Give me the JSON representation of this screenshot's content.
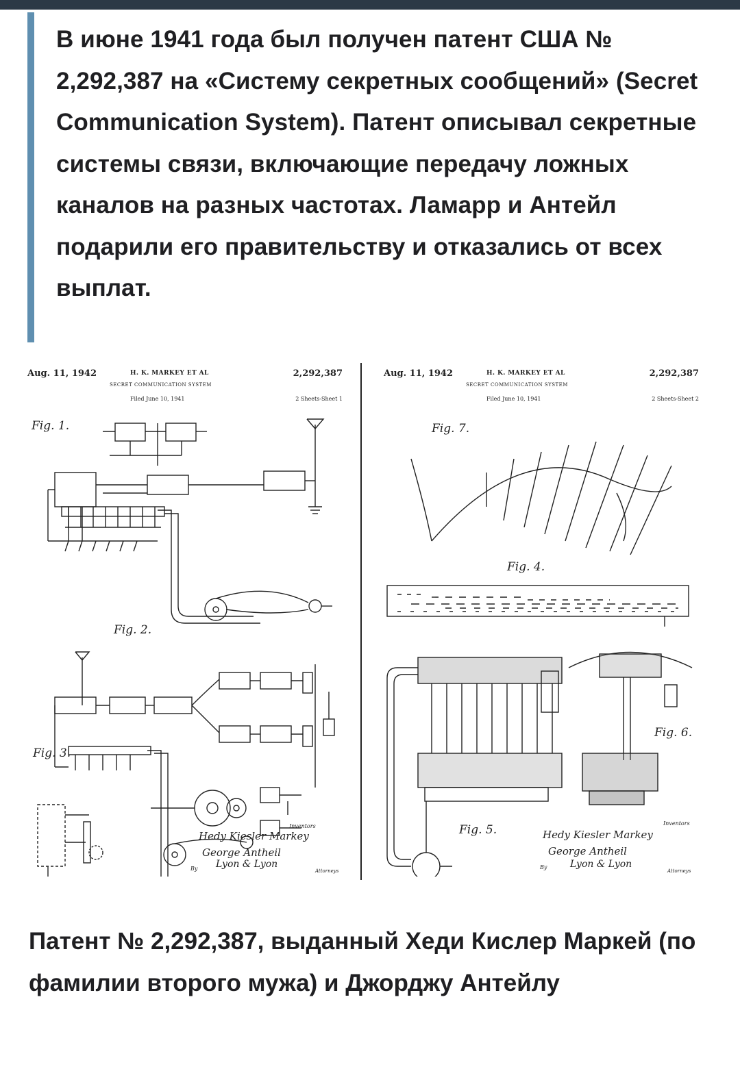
{
  "quote": {
    "text": "В июне 1941 года был получен патент США № 2,292,387 на «Систему секретных сообщений» (Secret Communication System). Патент описывал секретные системы связи, включающие передачу ложных каналов на разных частотах. Ламарр и Антейл подарили его правительству и отказались от всех выплат."
  },
  "patent": {
    "date": "Aug. 11, 1942",
    "inventors": "H. K. MARKEY ET AL",
    "number": "2,292,387",
    "system": "SECRET COMMUNICATION SYSTEM",
    "filed": "Filed June 10, 1941",
    "sheet1": "2 Sheets-Sheet 1",
    "sheet2": "2 Sheets-Sheet 2",
    "figures": {
      "fig1": "Fig. 1.",
      "fig2": "Fig. 2.",
      "fig3": "Fig. 3.",
      "fig4": "Fig. 4.",
      "fig5": "Fig. 5.",
      "fig6": "Fig. 6.",
      "fig7": "Fig. 7."
    },
    "signature1": "Hedy Kiesler Markey",
    "signature2": "George Antheil",
    "signature3": "Lyon & Lyon",
    "label_inventors": "Inventors",
    "label_by": "By",
    "label_attorneys": "Attorneys"
  },
  "caption": {
    "text": "Патент № 2,292,387, выданный Хеди Кислер Маркей (по фамилии второго мужа) и Джорджу Антейлу"
  }
}
